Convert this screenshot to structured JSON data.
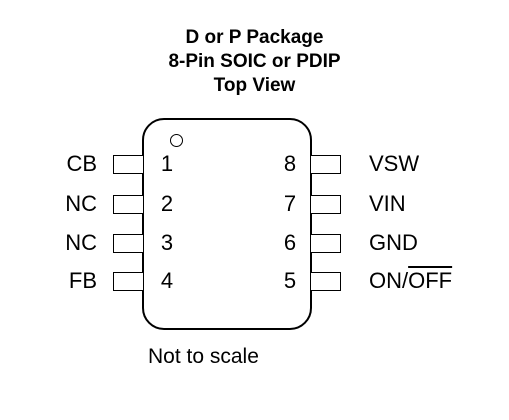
{
  "header": {
    "line1": "D or P Package",
    "line2": "8-Pin SOIC or PDIP",
    "line3": "Top View"
  },
  "pins": {
    "left": [
      {
        "number": "1",
        "label": "CB"
      },
      {
        "number": "2",
        "label": "NC"
      },
      {
        "number": "3",
        "label": "NC"
      },
      {
        "number": "4",
        "label": "FB"
      }
    ],
    "right": [
      {
        "number": "8",
        "label": "VSW"
      },
      {
        "number": "7",
        "label": "VIN"
      },
      {
        "number": "6",
        "label": "GND"
      },
      {
        "number": "5",
        "label_prefix": "ON/",
        "label_overbar": "OFF"
      }
    ]
  },
  "footer": {
    "note": "Not to scale"
  }
}
